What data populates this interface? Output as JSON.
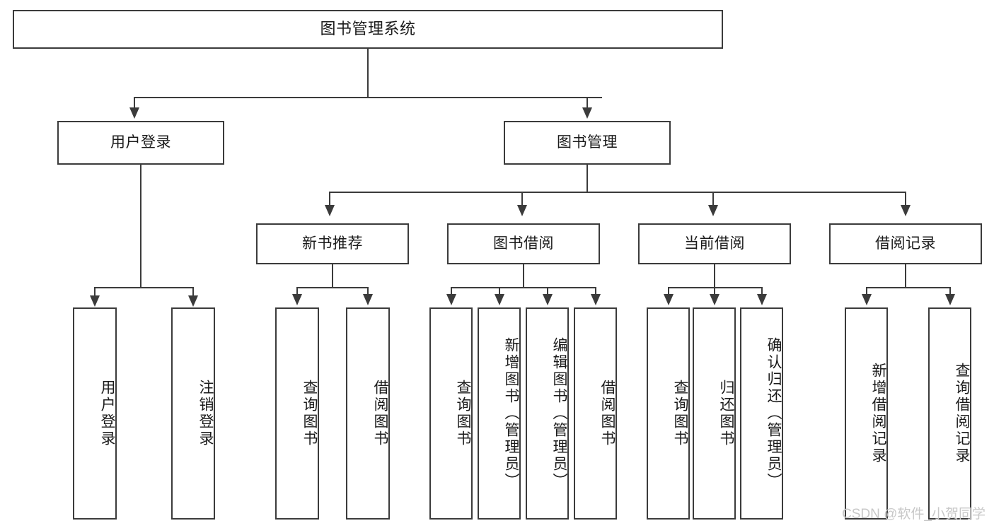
{
  "diagram": {
    "title": "图书管理系统",
    "type": "hierarchy-tree",
    "nodes": {
      "root": "图书管理系统",
      "user_login": "用户登录",
      "book_manage": "图书管理",
      "new_book_rec": "新书推荐",
      "book_borrow": "图书借阅",
      "current_borrow": "当前借阅",
      "borrow_record": "借阅记录",
      "leaf_user_login": "用户登录",
      "leaf_logout": "注销登录",
      "leaf_query_book_1": "查询图书",
      "leaf_borrow_book_1": "借阅图书",
      "leaf_query_book_2": "查询图书",
      "leaf_add_book_admin": "新增图书（管理员）",
      "leaf_edit_book_admin": "编辑图书（管理员）",
      "leaf_borrow_book_2": "借阅图书",
      "leaf_query_book_3": "查询图书",
      "leaf_return_book": "归还图书",
      "leaf_confirm_return_admin": "确认归还（管理员）",
      "leaf_add_borrow_record": "新增借阅记录",
      "leaf_query_borrow_record": "查询借阅记录"
    }
  },
  "watermark": {
    "text": "CSDN @软件_小贺同学"
  },
  "colors": {
    "stroke": "#3b3b3b",
    "text": "#1b1b1b",
    "background": "#ffffff",
    "watermark": "#c8c8c8"
  }
}
